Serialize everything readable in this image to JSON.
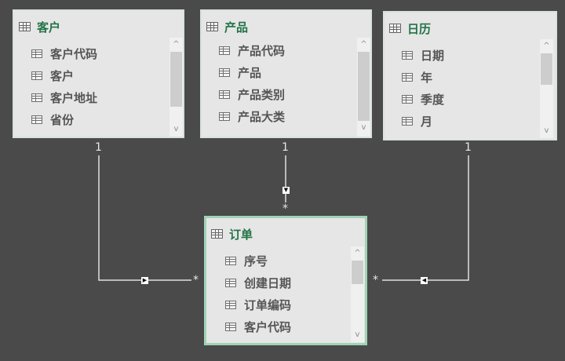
{
  "diagram": {
    "type": "relationship-model",
    "background_color": "#4a4a4a",
    "title_color": "#217346",
    "selected_border_color": "#9fd4b4"
  },
  "tables": {
    "customer": {
      "title": "客户",
      "fields": [
        "客户代码",
        "客户",
        "客户地址",
        "省份"
      ],
      "partial_field": "—"
    },
    "product": {
      "title": "产品",
      "fields": [
        "产品代码",
        "产品",
        "产品类别",
        "产品大类"
      ]
    },
    "calendar": {
      "title": "日历",
      "fields": [
        "日期",
        "年",
        "季度",
        "月"
      ],
      "partial_field": "—"
    },
    "orders": {
      "title": "订单",
      "selected": true,
      "fields": [
        "序号",
        "创建日期",
        "订单编码",
        "客户代码"
      ]
    }
  },
  "relationships": [
    {
      "from": "客户",
      "to": "订单",
      "from_cardinality": "1",
      "to_cardinality": "*",
      "direction": "right"
    },
    {
      "from": "产品",
      "to": "订单",
      "from_cardinality": "1",
      "to_cardinality": "*",
      "direction": "down"
    },
    {
      "from": "日历",
      "to": "订单",
      "from_cardinality": "1",
      "to_cardinality": "*",
      "direction": "left"
    }
  ],
  "icons": {
    "table": "table-icon",
    "field": "field-icon",
    "scroll_up": "^",
    "scroll_down": "v",
    "arrow_right": "▶",
    "arrow_down": "▼",
    "arrow_left": "◀"
  }
}
